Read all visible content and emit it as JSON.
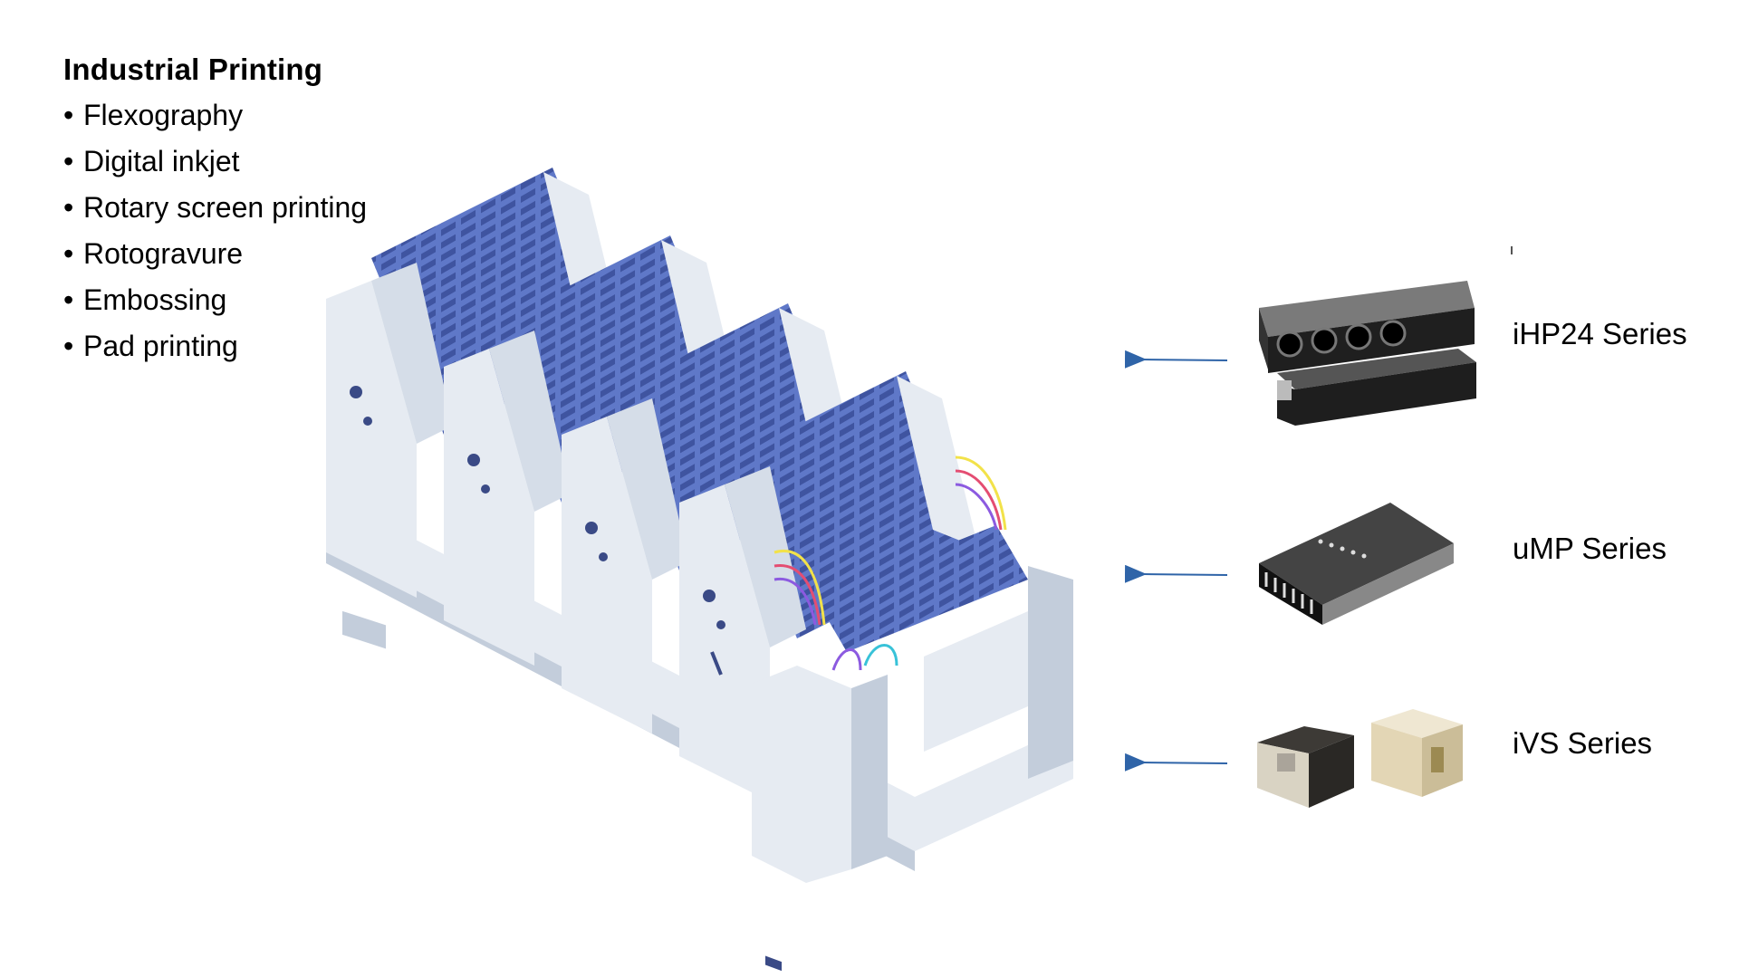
{
  "applications": {
    "title": "Industrial Printing",
    "items": [
      "Flexography",
      "Digital inkjet",
      "Rotary screen printing",
      "Rotogravure",
      "Embossing",
      "Pad printing"
    ]
  },
  "series": [
    {
      "label": "iHP24 Series"
    },
    {
      "label": "uMP Series"
    },
    {
      "label": "iVS Series"
    }
  ],
  "colors": {
    "arrow": "#2f64a8",
    "machine_body": "#e6ebf2",
    "machine_shadow": "#c3cddb",
    "rollers": "#5f78c8",
    "rollers_dark": "#3f54a0"
  }
}
